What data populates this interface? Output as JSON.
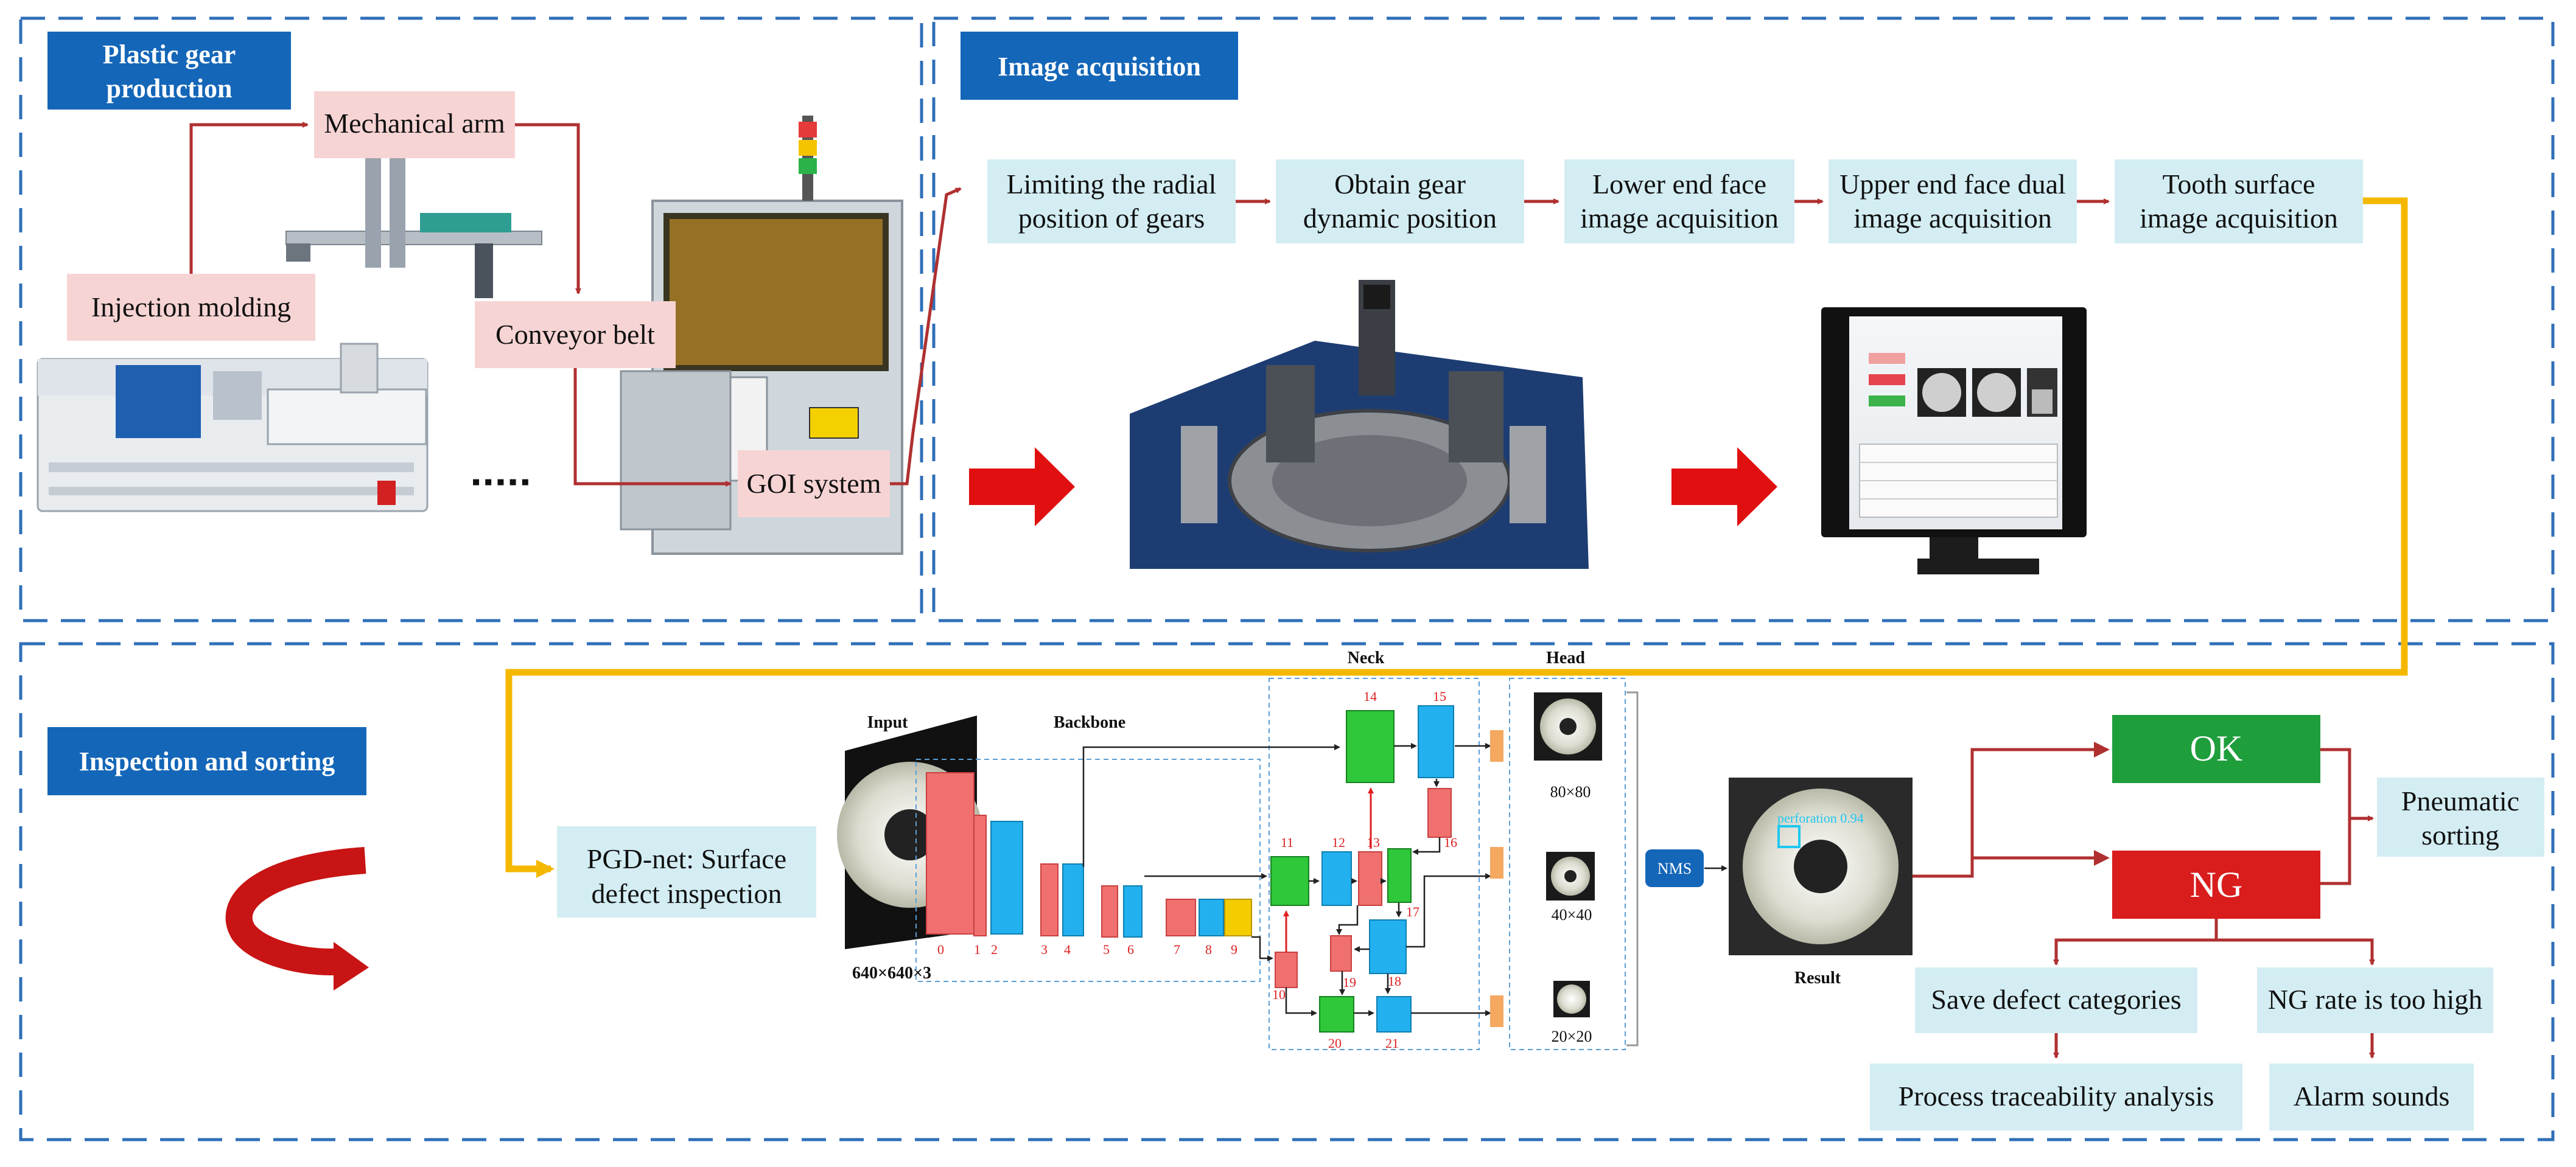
{
  "colors": {
    "dash_border": "#2f6fb8",
    "header_bg": "#1466b8",
    "pink_box": "#f7d4d4",
    "cyan_box": "#d3edf3",
    "arrow_dark_red": "#b03030",
    "gold_line": "#f5b800",
    "ok_green": "#1f9e3c",
    "ng_red": "#d91c1c",
    "nms_blue": "#1466b8"
  },
  "sections": {
    "production": {
      "title_line1": "Plastic gear",
      "title_line2": "production",
      "injection_molding": "Injection molding",
      "mechanical_arm": "Mechanical arm",
      "conveyor_belt": "Conveyor belt",
      "goi_system": "GOI system",
      "ellipsis": "▪▪▪▪▪"
    },
    "acquisition": {
      "title": "Image acquisition",
      "steps": [
        {
          "line1": "Limiting the radial",
          "line2": "position of gears"
        },
        {
          "line1": "Obtain gear",
          "line2": "dynamic position"
        },
        {
          "line1": "Lower end face",
          "line2": "image acquisition"
        },
        {
          "line1": "Upper end face dual",
          "line2": "image acquisition"
        },
        {
          "line1": "Tooth surface",
          "line2": "image acquisition"
        }
      ]
    },
    "inspection": {
      "title": "Inspection and sorting",
      "pgd_line1": "PGD-net: Surface",
      "pgd_line2": "defect inspection",
      "input_label": "Input",
      "input_size": "640×640×3",
      "backbone_label": "Backbone",
      "neck_label": "Neck",
      "head_label": "Head",
      "head_sizes": [
        "80×80",
        "40×40",
        "20×20"
      ],
      "nms_label": "NMS",
      "result_label": "Result",
      "detection_label": "perforation 0.94",
      "layer_numbers": [
        "0",
        "1",
        "2",
        "3",
        "4",
        "5",
        "6",
        "7",
        "8",
        "9",
        "10",
        "11",
        "12",
        "13",
        "14",
        "15",
        "16",
        "17",
        "18",
        "19",
        "20",
        "21"
      ],
      "ok_label": "OK",
      "ng_label": "NG",
      "pneumatic_line1": "Pneumatic",
      "pneumatic_line2": "sorting",
      "save_defect": "Save defect categories",
      "ng_rate": "NG rate is too high",
      "process_trace": "Process traceability analysis",
      "alarm": "Alarm sounds"
    }
  }
}
